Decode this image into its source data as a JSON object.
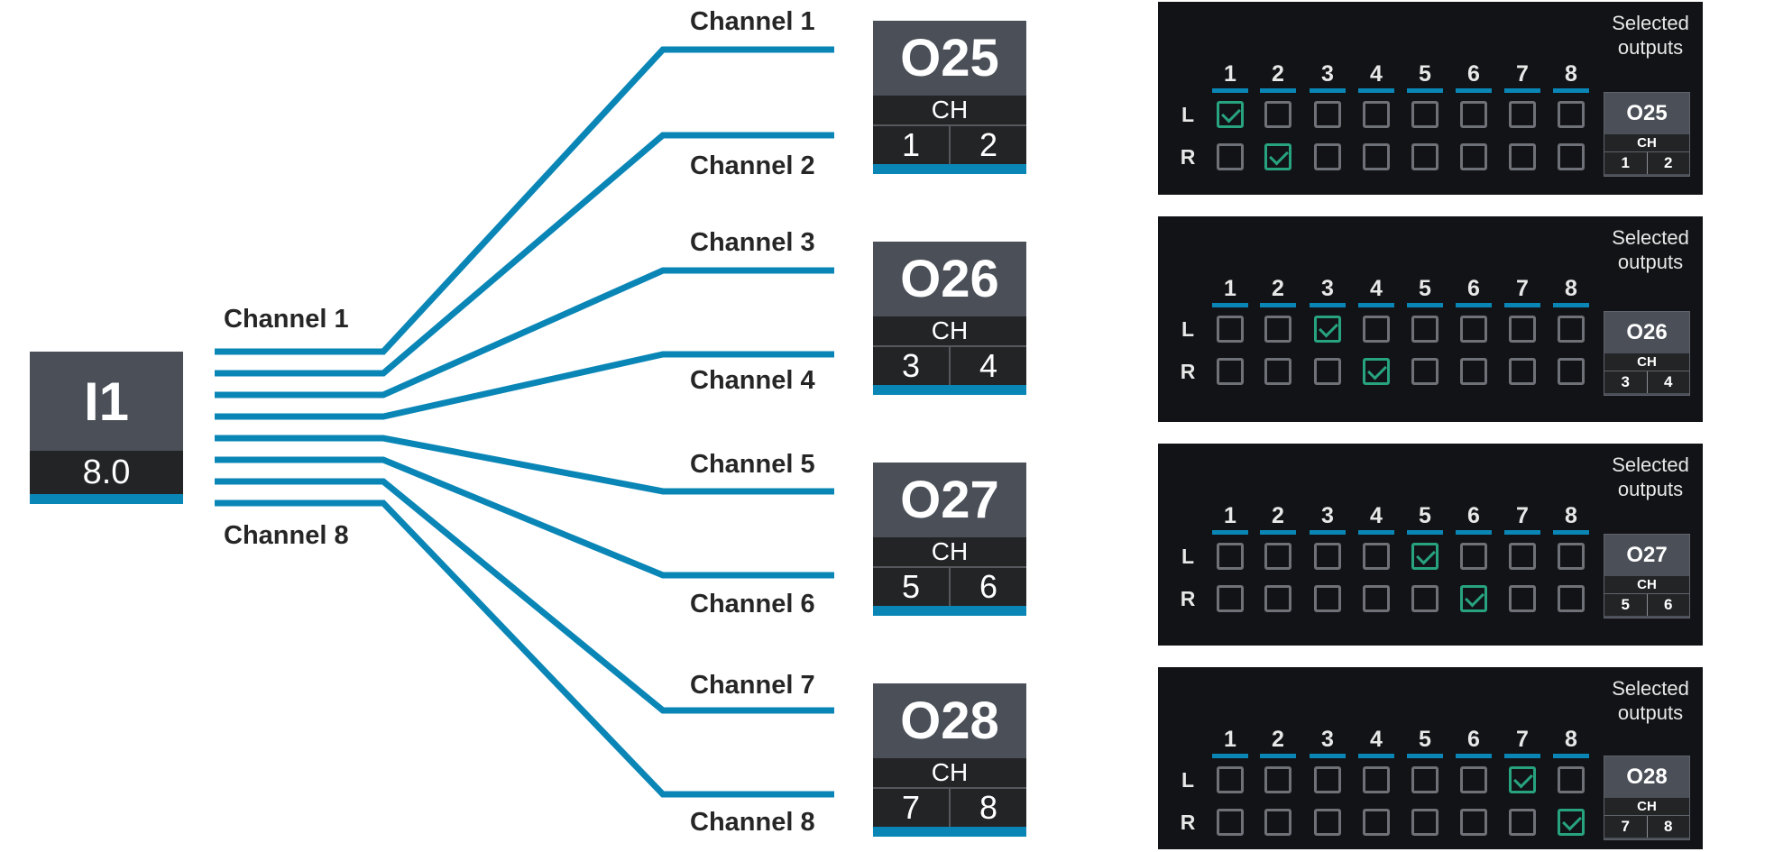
{
  "colors": {
    "route_line": "#0a86b6",
    "block_header": "#4a4f58",
    "block_body": "#232426",
    "panel_bg": "#121316",
    "check_green": "#27a37f",
    "checkbox_border": "#6e7177"
  },
  "input": {
    "name": "I1",
    "value": "8.0"
  },
  "input_labels": {
    "first": "Channel 1",
    "last": "Channel 8"
  },
  "output_channel_labels": [
    "Channel 1",
    "Channel 2",
    "Channel 3",
    "Channel 4",
    "Channel 5",
    "Channel 6",
    "Channel 7",
    "Channel 8"
  ],
  "outputs": [
    {
      "name": "O25",
      "ch_label": "CH",
      "channels": [
        "1",
        "2"
      ]
    },
    {
      "name": "O26",
      "ch_label": "CH",
      "channels": [
        "3",
        "4"
      ]
    },
    {
      "name": "O27",
      "ch_label": "CH",
      "channels": [
        "5",
        "6"
      ]
    },
    {
      "name": "O28",
      "ch_label": "CH",
      "channels": [
        "7",
        "8"
      ]
    }
  ],
  "matrix": {
    "columns": [
      "1",
      "2",
      "3",
      "4",
      "5",
      "6",
      "7",
      "8"
    ],
    "rows": [
      "L",
      "R"
    ],
    "selected_title_line1": "Selected",
    "selected_title_line2": "outputs",
    "panels": [
      {
        "checked": {
          "L": 1,
          "R": 2
        }
      },
      {
        "checked": {
          "L": 3,
          "R": 4
        }
      },
      {
        "checked": {
          "L": 5,
          "R": 6
        }
      },
      {
        "checked": {
          "L": 7,
          "R": 8
        }
      }
    ]
  }
}
